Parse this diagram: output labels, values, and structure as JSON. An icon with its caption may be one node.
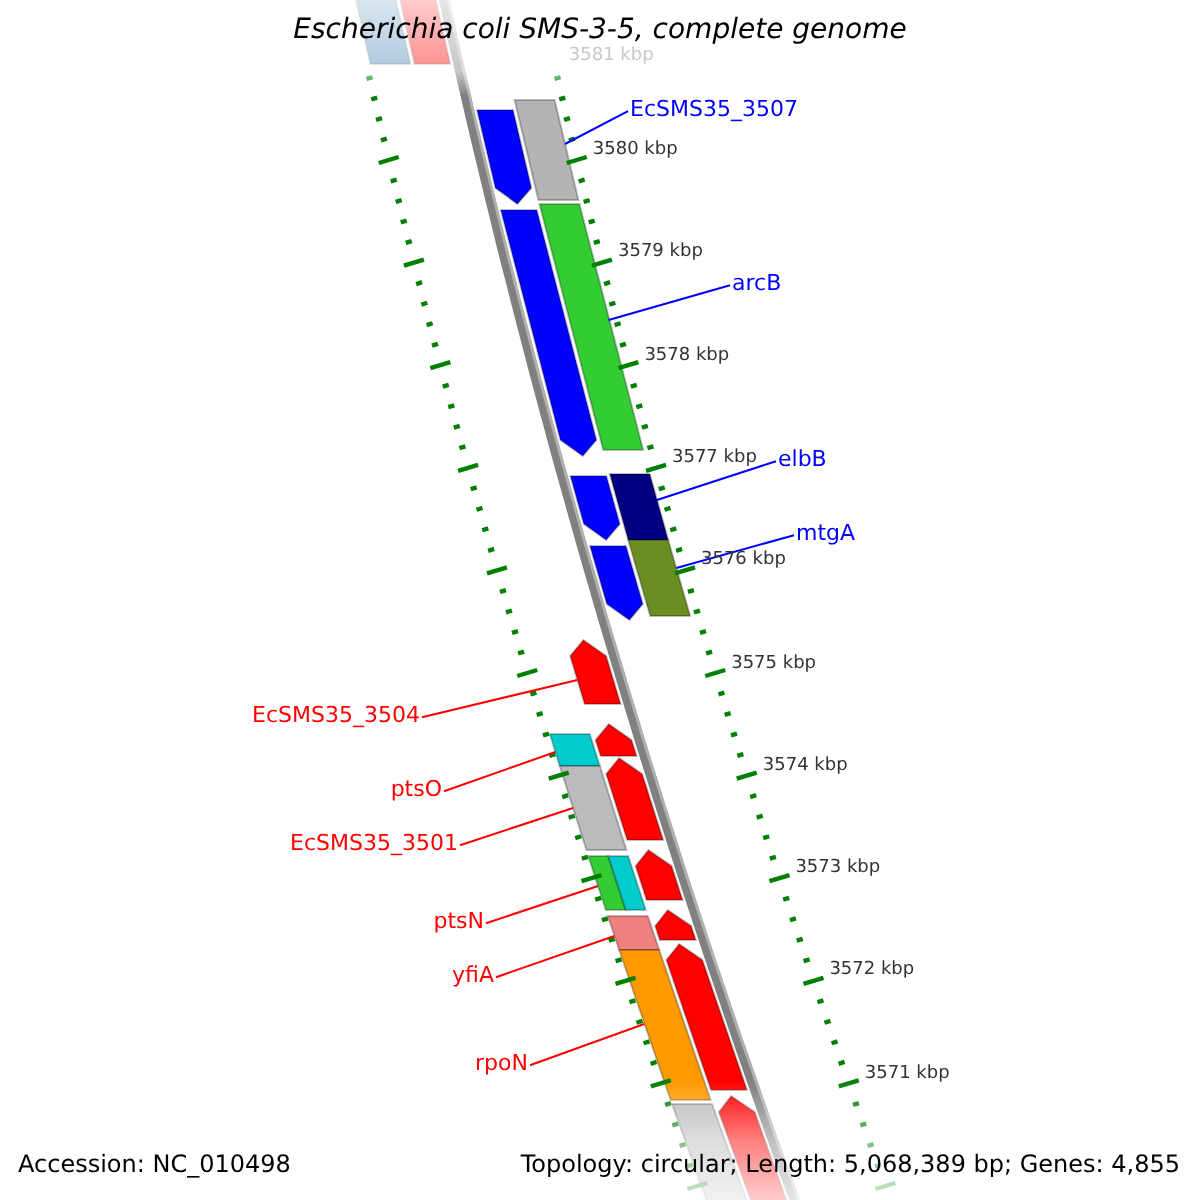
{
  "diagram": {
    "title": "Escherichia coli SMS-3-5, complete genome",
    "nodes": [
      {
        "text": [
          "EcSMS35_3507"
        ]
      },
      {
        "text": [
          "arcB"
        ]
      },
      {
        "text": [
          "elbB"
        ]
      },
      {
        "text": [
          "mtgA"
        ]
      },
      {
        "text": [
          "EcSMS35_3504"
        ]
      },
      {
        "text": [
          "ptsO"
        ]
      },
      {
        "text": [
          "EcSMS35_3501"
        ]
      },
      {
        "text": [
          "ptsN"
        ]
      },
      {
        "text": [
          "yfiA"
        ]
      },
      {
        "text": [
          "rpoN"
        ]
      },
      {
        "text": [],
        "shape": "bar"
      },
      {
        "text": [],
        "shape": "bar"
      },
      {
        "text": [],
        "shape": "arrow"
      },
      {
        "text": [],
        "shape": "bar"
      },
      {
        "text": [],
        "shape": "arrow"
      },
      {
        "text": [],
        "shape": "bar"
      },
      {
        "text": [],
        "shape": "arrow"
      },
      {
        "text": [],
        "shape": "bar"
      },
      {
        "text": [],
        "shape": "arrow"
      },
      {
        "text": [],
        "shape": "bar"
      },
      {
        "text": [],
        "shape": "arrow"
      },
      {
        "text": [],
        "shape": "arrow"
      },
      {
        "text": [],
        "shape": "bar"
      },
      {
        "text": [],
        "shape": "arrow"
      },
      {
        "text": [],
        "shape": "bar"
      },
      {
        "text": [],
        "shape": "arrow"
      },
      {
        "text": [],
        "shape": "bar"
      },
      {
        "text": [],
        "shape": "bar"
      },
      {
        "text": [],
        "shape": "arrow"
      },
      {
        "text": [],
        "shape": "bar"
      },
      {
        "text": [],
        "shape": "arrow"
      },
      {
        "text": [],
        "shape": "bar"
      },
      {
        "text": [],
        "shape": "arrow"
      },
      {
        "text": [],
        "shape": "bar"
      }
    ],
    "edges": [
      {
        "from": 0,
        "to": 13,
        "arrow": "none",
        "color": "#0000ff"
      },
      {
        "from": 1,
        "to": 15,
        "arrow": "none",
        "color": "#0000ff"
      },
      {
        "from": 2,
        "to": 17,
        "arrow": "none",
        "color": "#0000ff"
      },
      {
        "from": 3,
        "to": 19,
        "arrow": "none",
        "color": "#0000ff"
      },
      {
        "from": 4,
        "to": 20,
        "arrow": "none"
      },
      {
        "from": 5,
        "to": 22,
        "arrow": "none"
      },
      {
        "from": 6,
        "to": 24,
        "arrow": "none"
      },
      {
        "from": 7,
        "to": 26,
        "arrow": "none"
      },
      {
        "from": 8,
        "to": 29,
        "arrow": "none"
      },
      {
        "from": 9,
        "to": 31,
        "arrow": "none"
      }
    ],
    "labels": [
      "3581 kbp",
      "3580 kbp",
      "3579 kbp",
      "3578 kbp",
      "3577 kbp",
      "3576 kbp",
      "3575 kbp",
      "3574 kbp",
      "3573 kbp",
      "3572 kbp",
      "3571 kbp",
      "Accession: NC_010498",
      "Topology: circular; Length: 5,068,389 bp; Genes: 4,855"
    ]
  }
}
